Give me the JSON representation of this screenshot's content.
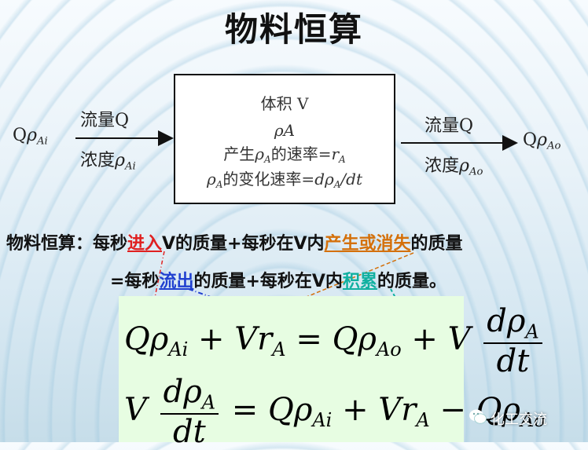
{
  "title": "物料恒算",
  "box": {
    "line1": "体积  V",
    "line2": "ρA",
    "line3_pre": "产生",
    "line3_rho": "ρ",
    "line3_sub": "A",
    "line3_post": "的速率=",
    "line3_r": "r",
    "line3_rsub": "A",
    "line4_rho": "ρ",
    "line4_sub": "A",
    "line4_mid": "的变化速率=",
    "line4_d": "dρ",
    "line4_dsub": "A",
    "line4_end": "/dt"
  },
  "inlet": {
    "flow_label": "流量Q",
    "conc_label": "浓度",
    "conc_rho": "ρ",
    "conc_sub": "Ai",
    "stream_q": "Q",
    "stream_rho": "ρ",
    "stream_sub": "Ai"
  },
  "outlet": {
    "flow_label": "流量Q",
    "conc_label": "浓度",
    "conc_rho": "ρ",
    "conc_sub": "Ao",
    "stream_q": "Q",
    "stream_rho": "ρ",
    "stream_sub": "Ao"
  },
  "statement": {
    "line1_a": "物料恒算：每秒",
    "line1_in": "进入",
    "line1_b": "V的质量+每秒在V内",
    "line1_gen": "产生或消失",
    "line1_c": "的质量",
    "line2_a": "=每秒",
    "line2_out": "流出",
    "line2_b": "的质量+每秒在V内",
    "line2_acc": "积累",
    "line2_c": "的质量。"
  },
  "equation1": {
    "t1": "Qρ",
    "t1sub": "Ai",
    "t2": "+ Vr",
    "t2sub": "A",
    "t3": "= Qρ",
    "t3sub": "Ao",
    "t4": "+ V",
    "frac_num": "dρ",
    "frac_num_sub": "A",
    "frac_den": "dt"
  },
  "equation2": {
    "t0": "V",
    "frac_num": "dρ",
    "frac_num_sub": "A",
    "frac_den": "dt",
    "t1": "= Qρ",
    "t1sub": "Ai",
    "t2": "+ Vr",
    "t2sub": "A",
    "t3": "− Qρ",
    "t3sub": "Ao"
  },
  "watermark": "化工交流",
  "colors": {
    "in": "#e02020",
    "generation": "#d4700a",
    "out": "#2040d0",
    "accumulation": "#10b0a0"
  }
}
